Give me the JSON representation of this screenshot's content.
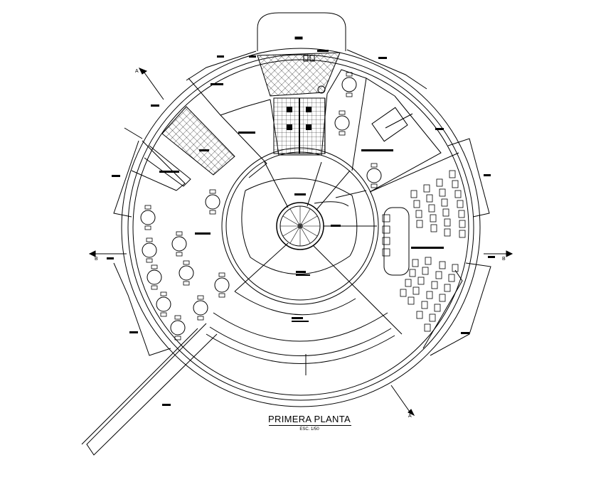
{
  "drawing": {
    "title": "PRIMERA PLANTA",
    "scale": "ESC. 1/50"
  },
  "section_marks": {
    "a_top": "A",
    "a_bottom": "A",
    "b_left": "B",
    "b_right": "B"
  },
  "colors": {
    "line": "#000000",
    "background": "#ffffff"
  }
}
